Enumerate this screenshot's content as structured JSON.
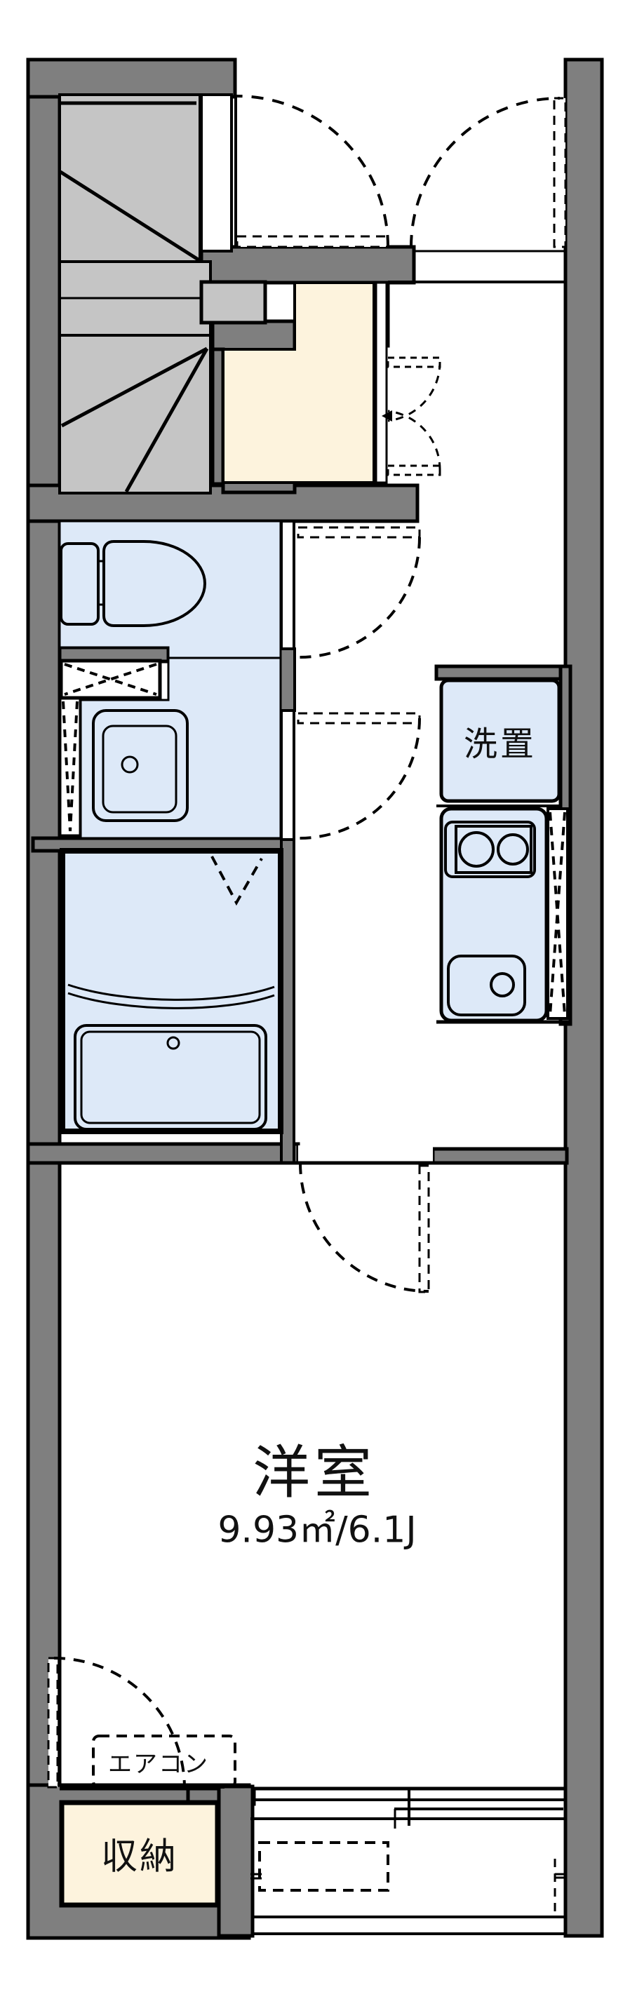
{
  "labels": {
    "room_name": "洋室",
    "room_size": "9.93㎡/6.1J",
    "washer_space": "洗置",
    "aircon": "エアコン",
    "storage": "収納"
  },
  "colors": {
    "wall": "#7f7f7f",
    "stairs": "#c5c5c5",
    "wet_area": "#dde9f8",
    "entrance_storage": "#fdf3dd",
    "line": "#000000",
    "background": "#ffffff"
  }
}
